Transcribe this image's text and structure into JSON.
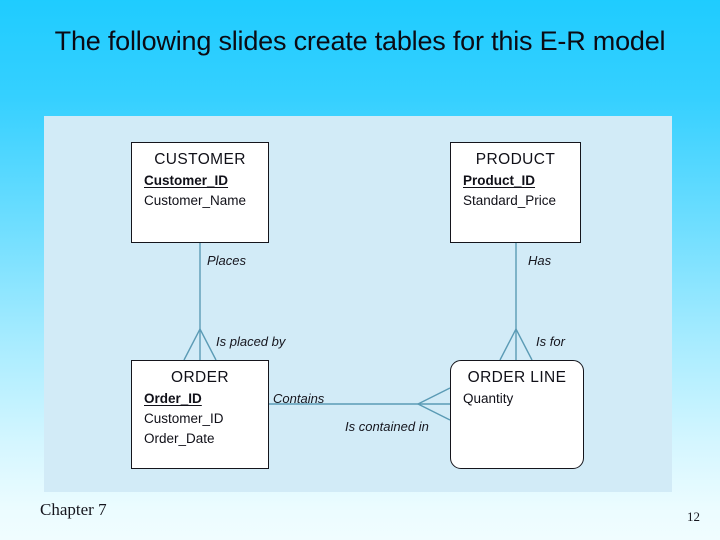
{
  "slide": {
    "title": "The following slides create tables for this E-R model",
    "background_top_color": "#1FCCFF",
    "background_bottom_color": "#F0FDFF",
    "panel_color": "#D2EBF7",
    "connector_color": "#5B9BB5"
  },
  "diagram": {
    "entities": [
      {
        "name": "CUSTOMER",
        "weak": false,
        "attributes": [
          {
            "label": "Customer_ID",
            "primary_key": true
          },
          {
            "label": "Customer_Name",
            "primary_key": false
          }
        ]
      },
      {
        "name": "PRODUCT",
        "weak": false,
        "attributes": [
          {
            "label": "Product_ID",
            "primary_key": true
          },
          {
            "label": "Standard_Price",
            "primary_key": false
          }
        ]
      },
      {
        "name": "ORDER",
        "weak": false,
        "attributes": [
          {
            "label": "Order_ID",
            "primary_key": true
          },
          {
            "label": "Customer_ID",
            "primary_key": false
          },
          {
            "label": "Order_Date",
            "primary_key": false
          }
        ]
      },
      {
        "name": "ORDER LINE",
        "weak": true,
        "attributes": [
          {
            "label": "Quantity",
            "primary_key": false
          }
        ]
      }
    ],
    "relationships": [
      {
        "forward": "Places",
        "reverse": "Is placed by",
        "from": "CUSTOMER",
        "to": "ORDER"
      },
      {
        "forward": "Has",
        "reverse": "Is for",
        "from": "PRODUCT",
        "to": "ORDER LINE"
      },
      {
        "forward": "Contains",
        "reverse": "Is contained in",
        "from": "ORDER",
        "to": "ORDER LINE"
      }
    ]
  },
  "footer": {
    "chapter": "Chapter 7",
    "page_number": "12"
  }
}
